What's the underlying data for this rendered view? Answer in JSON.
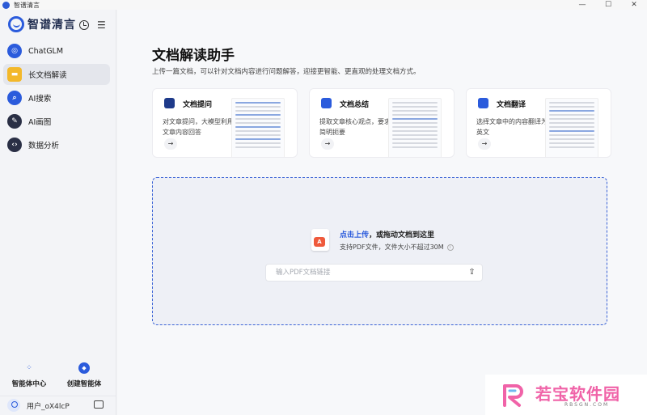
{
  "window": {
    "title": "智谱清言",
    "controls": {
      "minimize": "—",
      "maximize": "☐",
      "close": "✕"
    }
  },
  "sidebar": {
    "brand": "智谱清言",
    "history_icon": "clock-icon",
    "collapse_icon": "sidebar-collapse-icon",
    "items": [
      {
        "label": "ChatGLM",
        "icon": "chatglm-icon",
        "color": "#2b5bdc",
        "active": false
      },
      {
        "label": "长文档解读",
        "icon": "folder-icon",
        "color": "#f3b82a",
        "active": true
      },
      {
        "label": "AI搜索",
        "icon": "search-icon",
        "color": "#2b5bdc",
        "active": false
      },
      {
        "label": "AI画图",
        "icon": "paint-icon",
        "color": "#2a2f45",
        "active": false
      },
      {
        "label": "数据分析",
        "icon": "code-icon",
        "color": "#2a2f45",
        "active": false
      }
    ],
    "agent_center": "智能体中心",
    "create_agent": "创建智能体",
    "user_name": "用户_oX4lcP"
  },
  "main": {
    "title": "文档解读助手",
    "subtitle": "上传一篇文档，可以针对文档内容进行问题解答，迎接更智能、更直观的处理文档方式。",
    "cards": [
      {
        "title": "文档提问",
        "desc": "对文章提问，大模型利用文章内容回答",
        "arrow": "→",
        "icon_color": "#1e3a8a"
      },
      {
        "title": "文档总结",
        "desc": "提取文章核心观点，要求简明扼要",
        "arrow": "→",
        "icon_color": "#2b5bdc"
      },
      {
        "title": "文档翻译",
        "desc": "选择文章中的内容翻译为英文",
        "arrow": "→",
        "icon_color": "#2b5bdc"
      }
    ],
    "upload": {
      "pdf_badge": "A",
      "link_text": "点击上传",
      "rest_text": "，或拖动文档到这里",
      "hint": "支持PDF文件，文件大小不超过30M",
      "info": "i",
      "input_placeholder": "输入PDF文档链接",
      "upload_icon": "⇪"
    }
  },
  "watermark": {
    "text": "若宝软件园",
    "sub": "RBSGN.COM"
  },
  "colors": {
    "accent": "#2b5bdc",
    "pdf_red": "#ef5a3c",
    "watermark_pink": "#f063a8"
  }
}
